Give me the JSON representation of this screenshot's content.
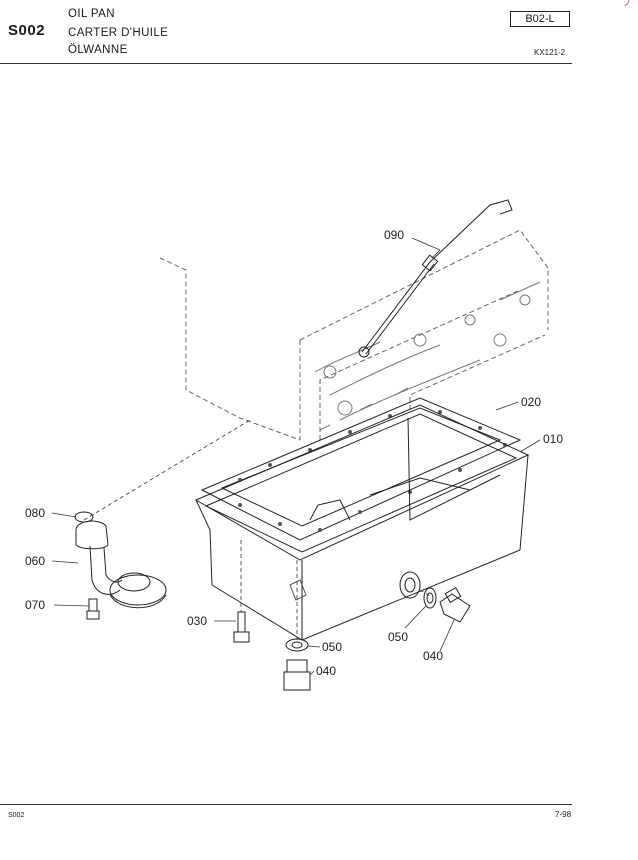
{
  "header": {
    "section_code": "S002",
    "titles": [
      "OIL PAN",
      "CARTER D'HUILE",
      "ÖLWANNE"
    ],
    "group_code": "B02-L",
    "model": "KX121-2"
  },
  "callouts": {
    "c090": "090",
    "c020": "020",
    "c010": "010",
    "c080": "080",
    "c060": "060",
    "c070": "070",
    "c030": "030",
    "c050a": "050",
    "c040a": "040",
    "c050b": "050",
    "c040b": "040"
  },
  "footer": {
    "section_code": "S002",
    "page": "7-98"
  }
}
